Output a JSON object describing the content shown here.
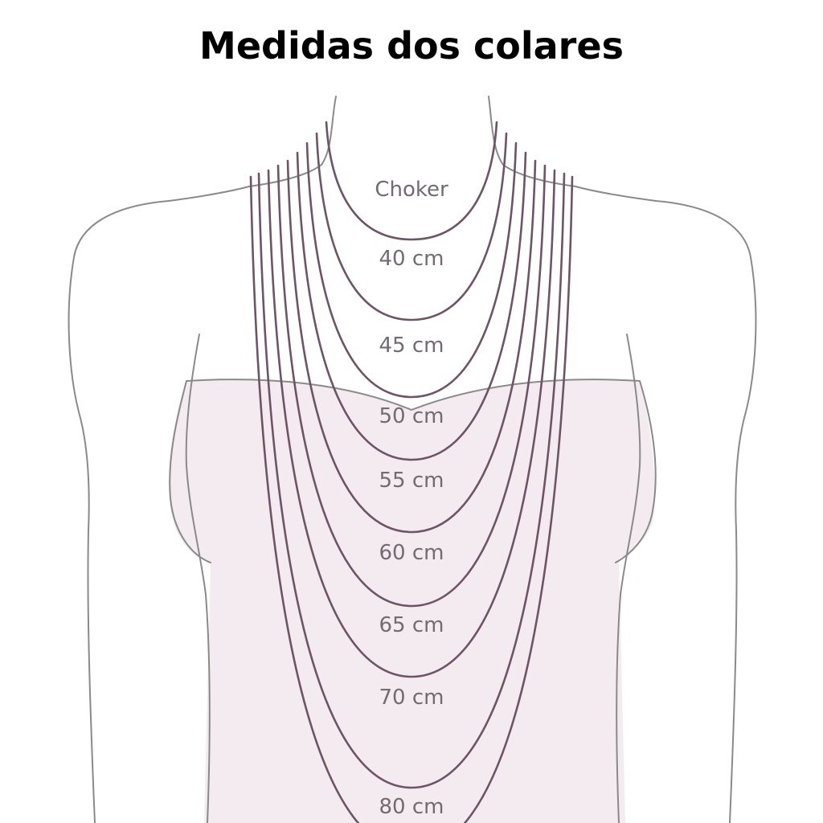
{
  "title": "Medidas dos colares",
  "colors": {
    "necklace": "#6e5466",
    "body_outline": "#8a8a8a",
    "garment_fill": "#f3ebef",
    "label": "#746a72"
  },
  "necklaces": [
    {
      "label": "Choker"
    },
    {
      "label": "40 cm"
    },
    {
      "label": "45 cm"
    },
    {
      "label": "50 cm"
    },
    {
      "label": "55 cm"
    },
    {
      "label": "60 cm"
    },
    {
      "label": "65 cm"
    },
    {
      "label": "70 cm"
    },
    {
      "label": "80 cm"
    }
  ]
}
